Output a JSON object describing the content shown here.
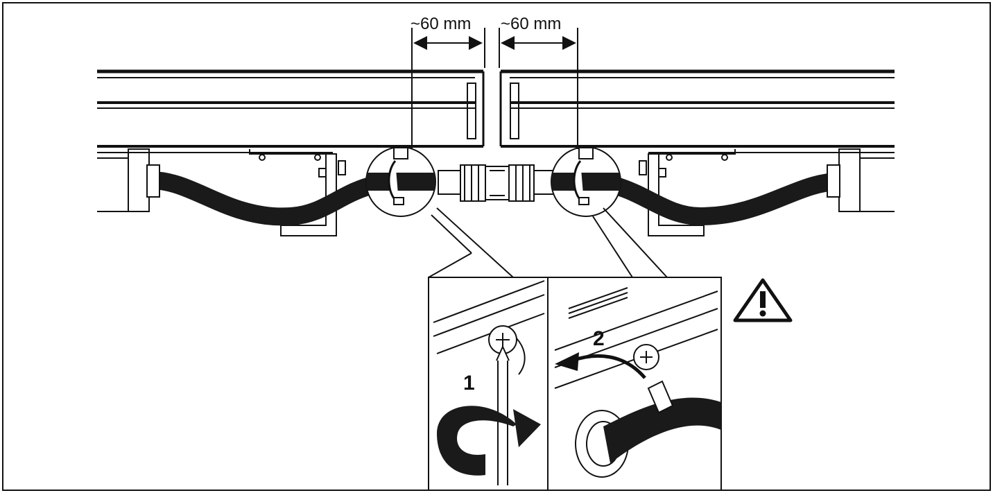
{
  "dimensions": {
    "left": "~60 mm",
    "right": "~60 mm"
  },
  "steps": {
    "step1": "1",
    "step2": "2"
  },
  "icons": {
    "warning": "warning-triangle-icon",
    "rotate": "rotate-arrow-icon",
    "pull": "pull-arrow-icon"
  },
  "colors": {
    "line": "#111111",
    "background": "#ffffff",
    "cable": "#1a1a1a"
  }
}
